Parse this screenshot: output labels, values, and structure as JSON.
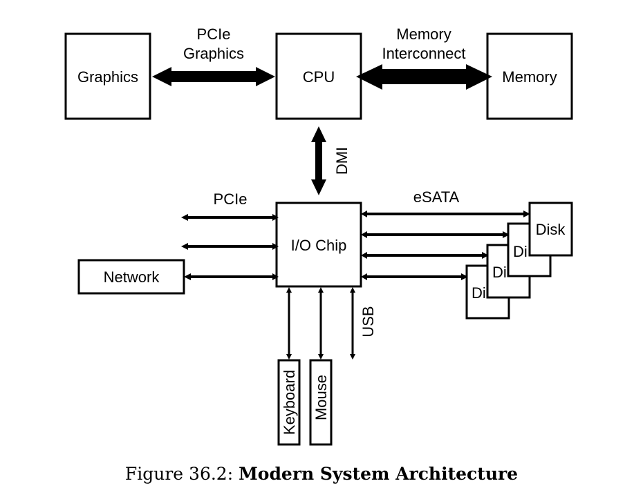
{
  "diagram": {
    "nodes": {
      "graphics": "Graphics",
      "cpu": "CPU",
      "memory": "Memory",
      "io_chip": "I/O Chip",
      "network": "Network",
      "disk": "Disk",
      "disk_partial": "Di",
      "keyboard": "Keyboard",
      "mouse": "Mouse"
    },
    "links": {
      "pcie_graphics_line1": "PCIe",
      "pcie_graphics_line2": "Graphics",
      "memory_interconnect_line1": "Memory",
      "memory_interconnect_line2": "Interconnect",
      "dmi": "DMI",
      "pcie": "PCIe",
      "esata": "eSATA",
      "usb": "USB"
    }
  },
  "caption": {
    "prefix": "Figure 36.2:",
    "title": "Modern System Architecture"
  }
}
